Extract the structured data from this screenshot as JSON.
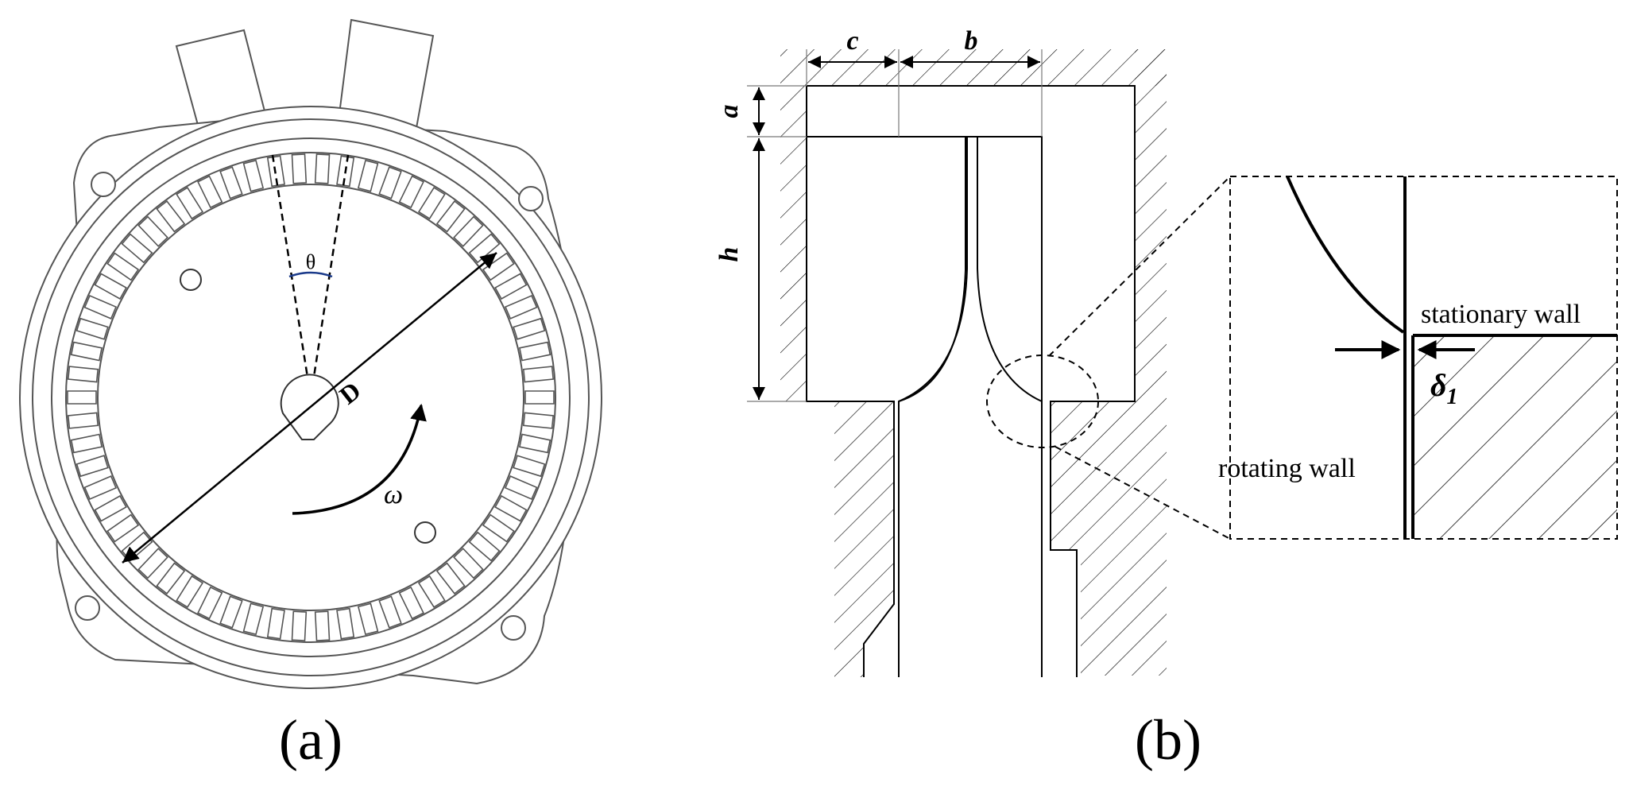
{
  "panel_a": {
    "caption": "(a)",
    "labels": {
      "theta": "θ",
      "diameter": "D",
      "omega": "ω"
    }
  },
  "panel_b": {
    "caption": "(b)",
    "dims": {
      "a": "a",
      "b": "b",
      "c": "c",
      "h": "h"
    },
    "inset": {
      "stationary_wall": "stationary wall",
      "rotating_wall": "rotating wall",
      "gap": "δ",
      "gap_sub": "1"
    }
  }
}
